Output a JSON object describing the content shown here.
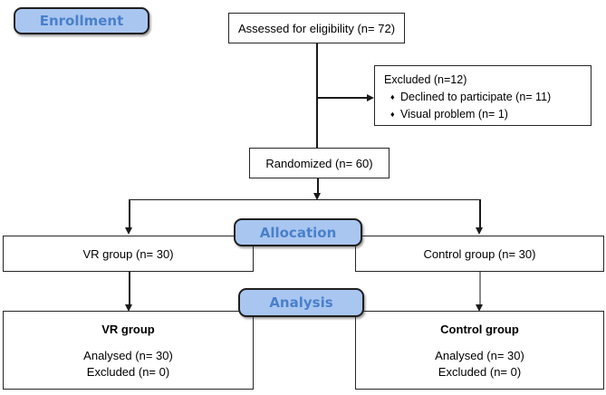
{
  "colors": {
    "badge_fill": "#a9c6f1",
    "badge_border": "#1f1f1f",
    "badge_text": "#4a80c9",
    "box_border": "#262626",
    "line": "#1a1a1a",
    "line_gray": "#8a8a8a"
  },
  "badges": {
    "enrollment": "Enrollment",
    "allocation": "Allocation",
    "analysis": "Analysis"
  },
  "flow": {
    "assessed": {
      "label": "Assessed for eligibility (n= 72)"
    },
    "excluded": {
      "title": "Excluded (n=12)",
      "bullet_glyph": "♦",
      "bullets": [
        "Declined to participate (n= 11)",
        "Visual problem (n= 1)"
      ]
    },
    "randomized": {
      "label": "Randomized (n= 60)"
    },
    "allocation": {
      "vr": {
        "label": "VR group (n= 30)"
      },
      "control": {
        "label": "Control group (n= 30)"
      }
    },
    "analysis": {
      "vr": {
        "title": "VR group",
        "lines": [
          "Analysed (n= 30)",
          "Excluded (n= 0)"
        ]
      },
      "control": {
        "title": "Control group",
        "lines": [
          "Analysed (n= 30)",
          "Excluded (n= 0)"
        ]
      }
    }
  }
}
